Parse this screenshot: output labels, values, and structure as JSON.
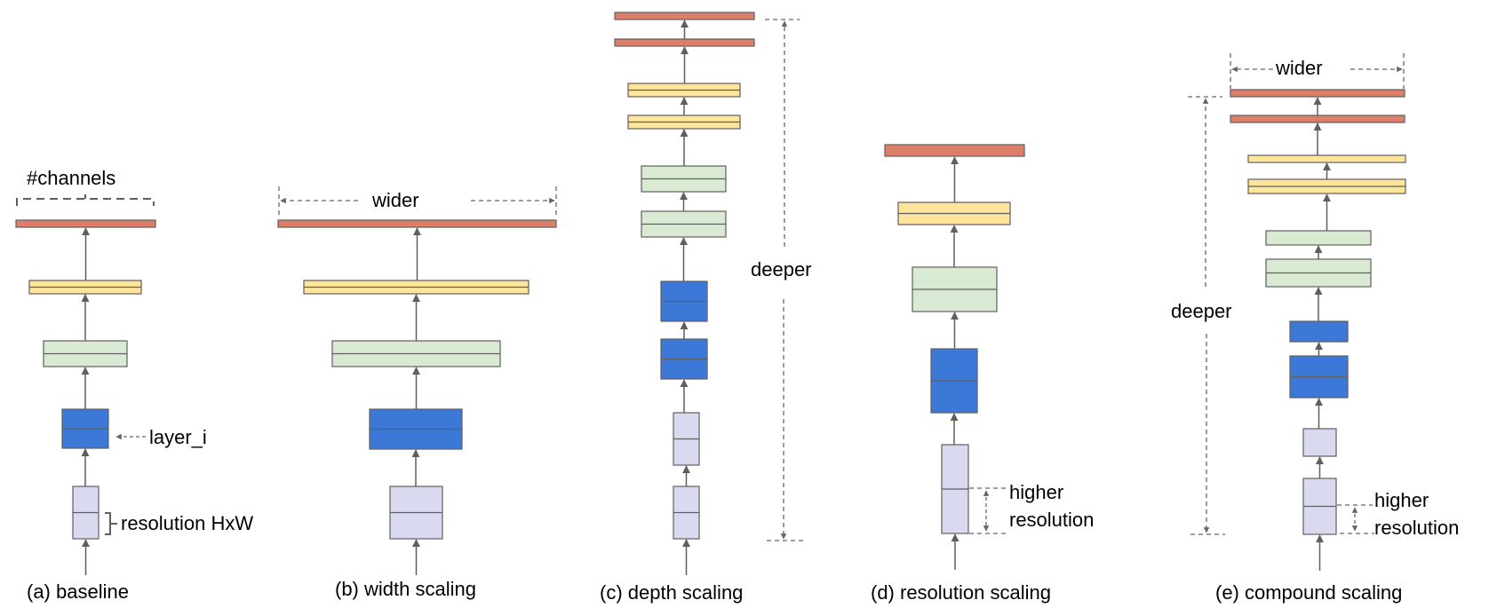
{
  "colors": {
    "stem": "#d9d9f0",
    "conv": "#3c78d8",
    "mid": "#d9ead3",
    "late": "#ffe599",
    "head": "#dd7e6b",
    "stroke": "#5f5f5f",
    "guide": "#666666"
  },
  "panels": [
    {
      "id": "a",
      "caption": "(a) baseline",
      "annotations": {
        "channels": "#channels",
        "layer": "layer_i",
        "resolution": "resolution HxW"
      },
      "layers": [
        {
          "type": "stem",
          "count": 1
        },
        {
          "type": "conv",
          "count": 1
        },
        {
          "type": "mid",
          "count": 1
        },
        {
          "type": "late",
          "count": 1
        },
        {
          "type": "head",
          "count": 1
        }
      ]
    },
    {
      "id": "b",
      "caption": "(b) width scaling",
      "annotations": {
        "wider": "wider"
      },
      "layers": [
        {
          "type": "stem",
          "count": 1
        },
        {
          "type": "conv",
          "count": 1
        },
        {
          "type": "mid",
          "count": 1
        },
        {
          "type": "late",
          "count": 1
        },
        {
          "type": "head",
          "count": 1
        }
      ]
    },
    {
      "id": "c",
      "caption": "(c) depth scaling",
      "annotations": {
        "deeper": "deeper"
      },
      "layers": [
        {
          "type": "stem",
          "count": 2
        },
        {
          "type": "conv",
          "count": 2
        },
        {
          "type": "mid",
          "count": 2
        },
        {
          "type": "late",
          "count": 2
        },
        {
          "type": "head",
          "count": 2
        }
      ]
    },
    {
      "id": "d",
      "caption": "(d) resolution scaling",
      "annotations": {
        "higher": "higher",
        "resolution": "resolution"
      },
      "layers": [
        {
          "type": "stem",
          "count": 1
        },
        {
          "type": "conv",
          "count": 1
        },
        {
          "type": "mid",
          "count": 1
        },
        {
          "type": "late",
          "count": 1
        },
        {
          "type": "head",
          "count": 1
        }
      ]
    },
    {
      "id": "e",
      "caption": "(e) compound scaling",
      "annotations": {
        "wider": "wider",
        "deeper": "deeper",
        "higher": "higher",
        "resolution": "resolution"
      },
      "layers": [
        {
          "type": "stem",
          "count": 2
        },
        {
          "type": "conv",
          "count": 2
        },
        {
          "type": "mid",
          "count": 2
        },
        {
          "type": "late",
          "count": 2
        },
        {
          "type": "head",
          "count": 2
        }
      ]
    }
  ]
}
